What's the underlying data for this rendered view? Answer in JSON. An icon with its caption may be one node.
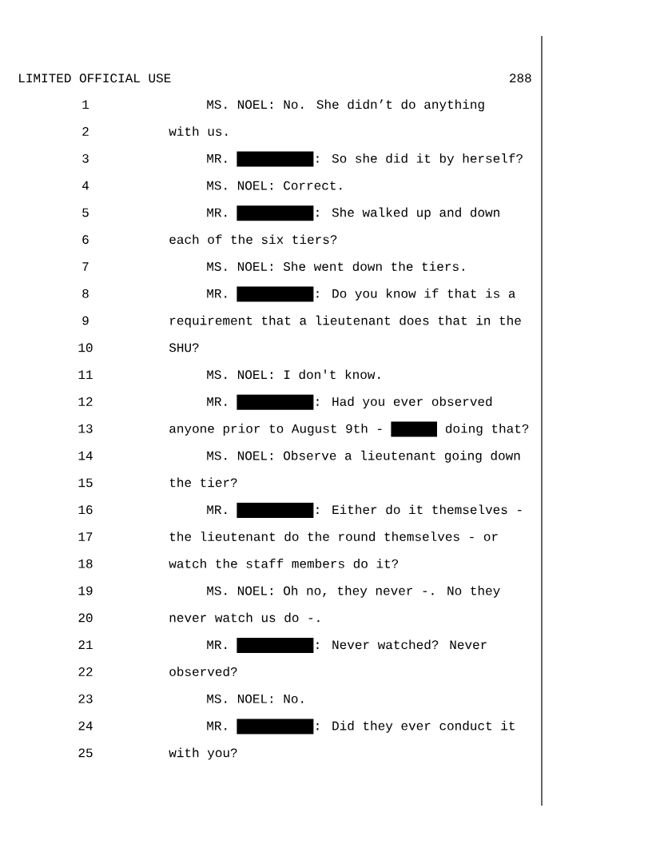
{
  "diagram": {
    "labels": [
      "LIMITED OFFICIAL USE",
      "288",
      "1",
      "MS. NOEL: No. She didn’t do anything",
      "2",
      "with us.",
      "3",
      "MR.",
      ": So she did it by herself?",
      "4",
      "MS. NOEL: Correct.",
      "5",
      "MR.",
      ": She walked up and down",
      "6",
      "each of the six tiers?",
      "7",
      "MS. NOEL: She went down the tiers.",
      "8",
      "MR.",
      ": Do you know if that is a",
      "9",
      "requirement that a lieutenant does that in the",
      "10",
      "SHU?",
      "11",
      "MS. NOEL: I don't know.",
      "12",
      "MR.",
      ": Had you ever observed",
      "13",
      "anyone prior to August 9th -",
      "doing that?",
      "14",
      "MS. NOEL: Observe a lieutenant going down",
      "15",
      "the tier?",
      "16",
      "MR.",
      ": Either do it themselves -",
      "17",
      "the lieutenant do the round themselves - or",
      "18",
      "watch the staff members do it?",
      "19",
      "MS. NOEL: Oh no, they never -. No they",
      "20",
      "never watch us do -.",
      "21",
      "MR.",
      ": Never watched? Never",
      "22",
      "observed?",
      "23",
      "MS. NOEL: No.",
      "24",
      "MR.",
      ": Did they ever conduct it",
      "25",
      "with you?"
    ]
  }
}
